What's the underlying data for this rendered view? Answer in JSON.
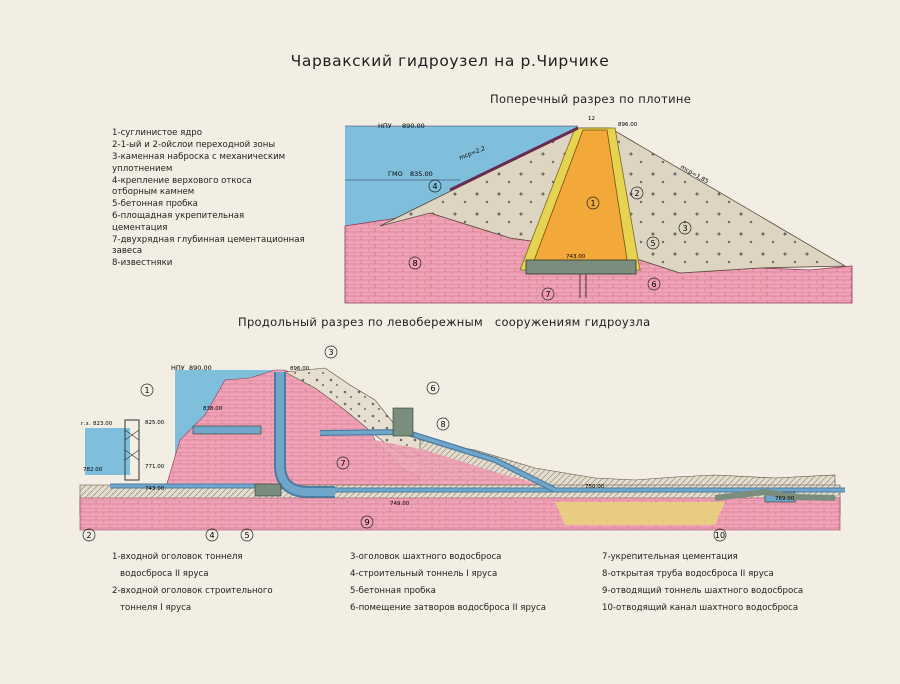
{
  "title": "Чарвакский гидроузел на р.Чирчике",
  "cross_section": {
    "subtitle": "Поперечный разрез по плотине",
    "labels": {
      "npu": "НПУ",
      "npu_level": "890.00",
      "crest_width": "12",
      "crest_level": "896.00",
      "gmo": "ГМО",
      "gmo_level": "835.00",
      "slope_up": "mср=2,2",
      "slope_down": "mср=1,85",
      "base_level": "743.00"
    },
    "callouts": [
      "1",
      "2",
      "3",
      "4",
      "5",
      "6",
      "7",
      "8"
    ]
  },
  "legend_top": [
    "1-суглинистое ядро",
    "2-1-ый и 2-ойслои переходной зоны",
    "3-каменная наброска с механическим уплотнением",
    "4-крепление верхового откоса отборным камнем",
    "5-бетонная пробка",
    "6-площадная укрепительная цементация",
    "7-двухрядная глубинная цементационная завеса",
    "8-известняки"
  ],
  "long_section": {
    "subtitle": "Продольный разрез по левобережным   сооружениям гидроузла",
    "labels": {
      "npu": "НПУ",
      "npu_level": "890.00",
      "top_level": "896.00",
      "gl": "г.з.",
      "gl_level": "823.00",
      "level_825": "825.00",
      "level_838": "838.00",
      "level_782": "782.00",
      "level_771": "771.00",
      "level_743": "743.00",
      "level_750": "750.00",
      "level_749": "749.00",
      "level_769": "769.00"
    },
    "callouts": [
      "1",
      "2",
      "3",
      "4",
      "5",
      "6",
      "7",
      "8",
      "9",
      "10"
    ]
  },
  "legend_bottom": {
    "col1": [
      "1-входной оголовок тоннеля",
      "водосброса II яруса",
      "2-входной оголовок строительного",
      "тоннеля I яруса"
    ],
    "col2": [
      "3-оголовок шахтного водосброса",
      "4-строительный тоннель I яруса",
      "5-бетонная пробка",
      "6-помещение затворов водосброса II яруса"
    ],
    "col3": [
      "7-укрепительная цементация",
      "8-открытая труба водосброса II яруса",
      "9-отводящий тоннель шахтного водосброса",
      "10-отводящий канал шахтного водосброса"
    ]
  },
  "colors": {
    "water": "#7fbfdc",
    "rock": "#f0a3b6",
    "fill": "#ddd4c2",
    "core": "#f2a93a",
    "transition": "#e6d34f",
    "concrete": "#7b8d7c",
    "tunnel": "#6fa6c9"
  }
}
